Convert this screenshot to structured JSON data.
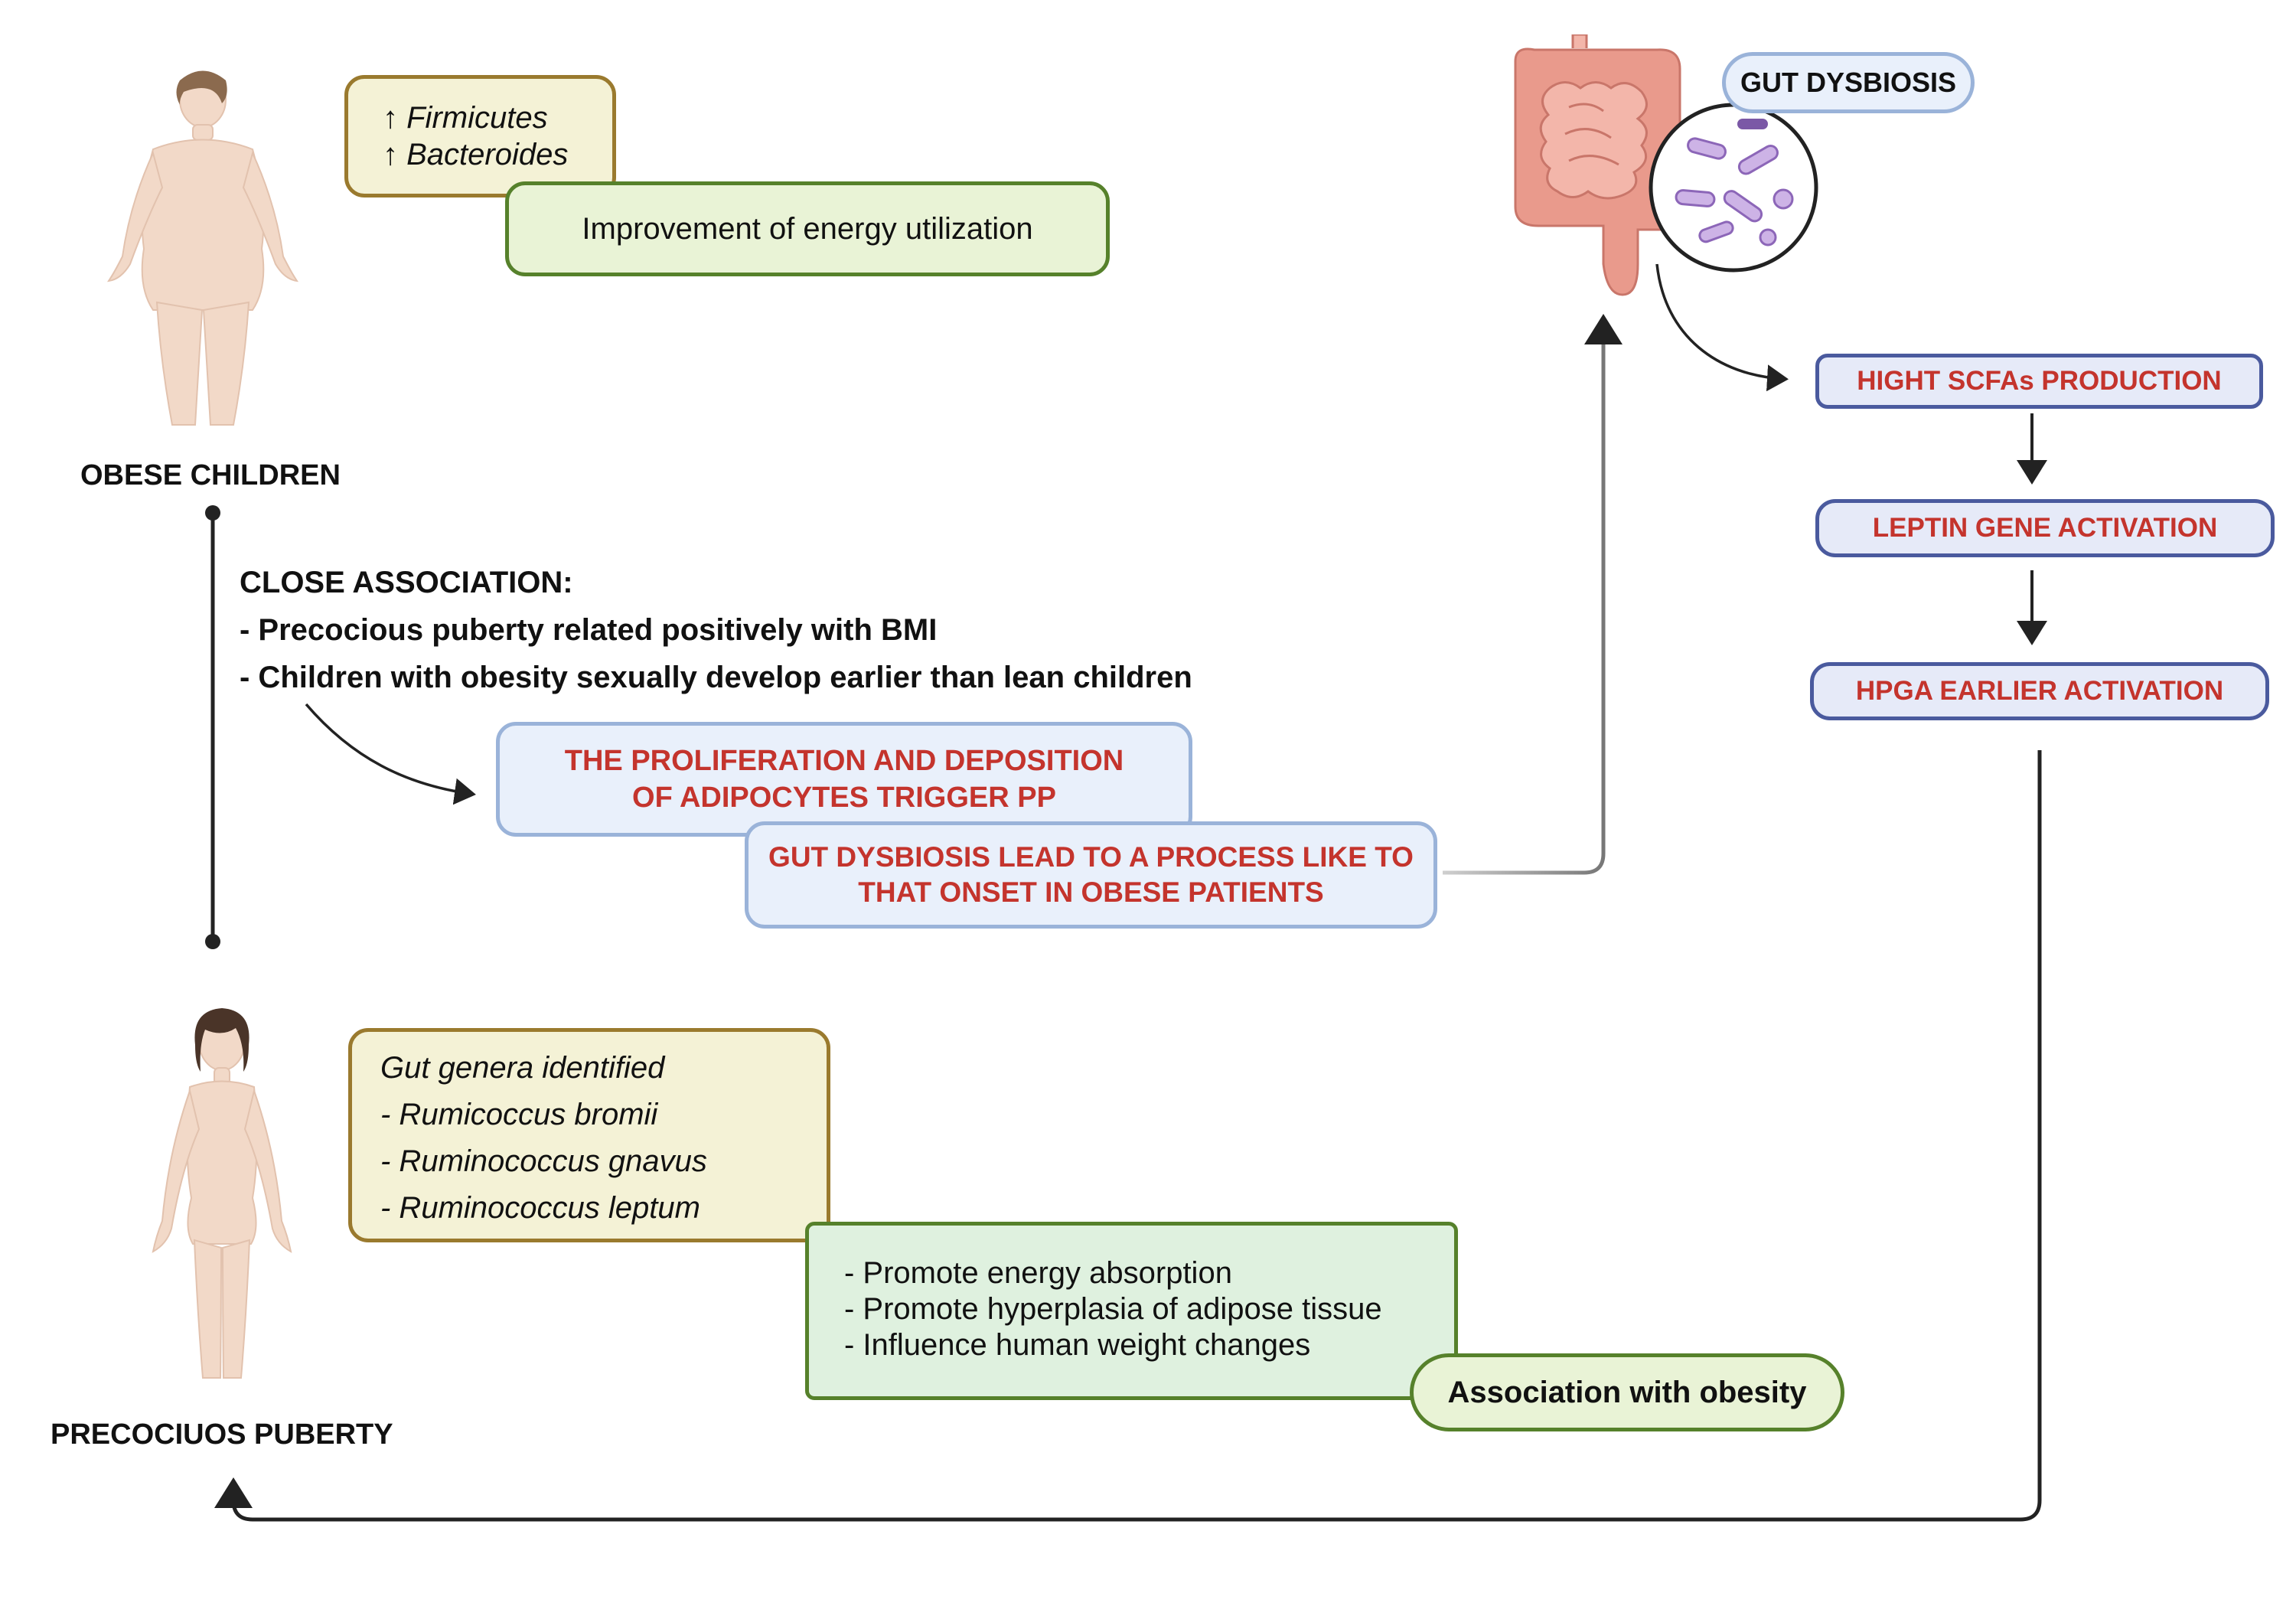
{
  "colors": {
    "red_text": "#c4342d",
    "yellow_fill": "#f4f2d6",
    "yellow_border": "#9a7a2e",
    "green_fill": "#e9f3d6",
    "green_border": "#56812b",
    "green2_fill": "#dff1df",
    "blue_fill": "#e9f0fb",
    "blue_border": "#9ab3d9",
    "purple_fill": "#e6eaf8",
    "purple_border": "#4a5a9e",
    "skin": "#f2d9c8",
    "gut": "#e99a8c"
  },
  "obese": {
    "label": "OBESE CHILDREN",
    "bacteria": [
      {
        "arrow": "↑",
        "name": "Firmicutes"
      },
      {
        "arrow": "↑",
        "name": "Bacteroides"
      }
    ],
    "energy": "Improvement of energy utilization"
  },
  "association": {
    "heading": "CLOSE ASSOCIATION:",
    "items": [
      "- Precocious puberty related  positively with BMI",
      "- Children with obesity sexually develop earlier than lean children"
    ]
  },
  "adipocytes": [
    "THE PROLIFERATION AND DEPOSITION",
    "OF ADIPOCYTES TRIGGER PP"
  ],
  "dysbiosis_process": [
    "GUT DYSBIOSIS LEAD TO A PROCESS LIKE TO",
    "THAT ONSET IN OBESE PATIENTS"
  ],
  "gut": {
    "label": "GUT DYSBIOSIS",
    "steps": [
      "HIGHT SCFAs PRODUCTION",
      "LEPTIN GENE ACTIVATION",
      "HPGA EARLIER ACTIVATION"
    ]
  },
  "puberty": {
    "label": "PRECOCIUOS PUBERTY",
    "genera_title": "Gut genera identified",
    "genera": [
      "- Rumicoccus bromii",
      "- Ruminococcus gnavus",
      "- Ruminococcus leptum"
    ],
    "effects": [
      "- Promote energy absorption",
      "- Promote hyperplasia of adipose tissue",
      "- Influence human weight changes"
    ],
    "obesity_assoc": "Association with obesity"
  },
  "icons": [
    "obese-child-figure",
    "child-figure",
    "intestine-icon",
    "microbiome-magnifier-icon"
  ]
}
